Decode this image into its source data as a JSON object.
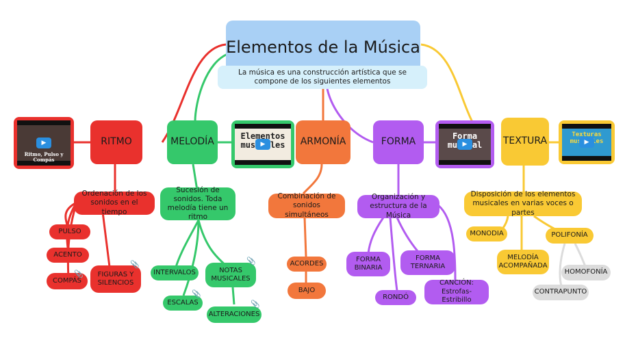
{
  "title": "Elementos de la Música",
  "description": "La música es una construcción artística que se compone de los siguientes elementos",
  "colors": {
    "ritmo": "#e9312d",
    "melodia": "#35c86b",
    "armonia": "#f2773c",
    "forma": "#b25cf0",
    "textura": "#f9c934",
    "root": "#a9d0f5",
    "gray": "#dcdcdc"
  },
  "ritmo": {
    "label": "RITMO",
    "desc": "Ordenación de los sonidos en el tiempo",
    "items": [
      "PULSO",
      "ACENTO",
      "COMPÁS",
      "FIGURAS Y SILENCIOS"
    ],
    "video": "Ritmo, Pulso y Compás"
  },
  "melodia": {
    "label": "MELODÍA",
    "desc": "Sucesión de sonidos. Toda melodía tiene un ritmo",
    "items": [
      "INTERVALOS",
      "NOTAS MUSICALES",
      "ESCALAS",
      "ALTERACIONES"
    ],
    "video": "Elementos musicales"
  },
  "armonia": {
    "label": "ARMONÍA",
    "desc": "Combinación de sonidos simultáneos",
    "items": [
      "ACORDES",
      "BAJO"
    ]
  },
  "forma": {
    "label": "FORMA",
    "desc": "Organización y estructura de la Música",
    "items": [
      "FORMA BINARIA",
      "FORMA TERNARIA",
      "RONDÓ",
      "CANCIÓN: Estrofas-Estribillo"
    ],
    "video": "Forma musical"
  },
  "textura": {
    "label": "TEXTURA",
    "desc": "Disposición de los elementos musicales en varias voces o partes",
    "items": [
      "MONODIA",
      "MELODÍA ACOMPAÑADA",
      "POLIFONÍA",
      "HOMOFONÍA",
      "CONTRAPUNTO"
    ],
    "video": "Texturas musicales"
  },
  "icons": {
    "play": "play-icon",
    "clip": "paperclip-icon"
  }
}
